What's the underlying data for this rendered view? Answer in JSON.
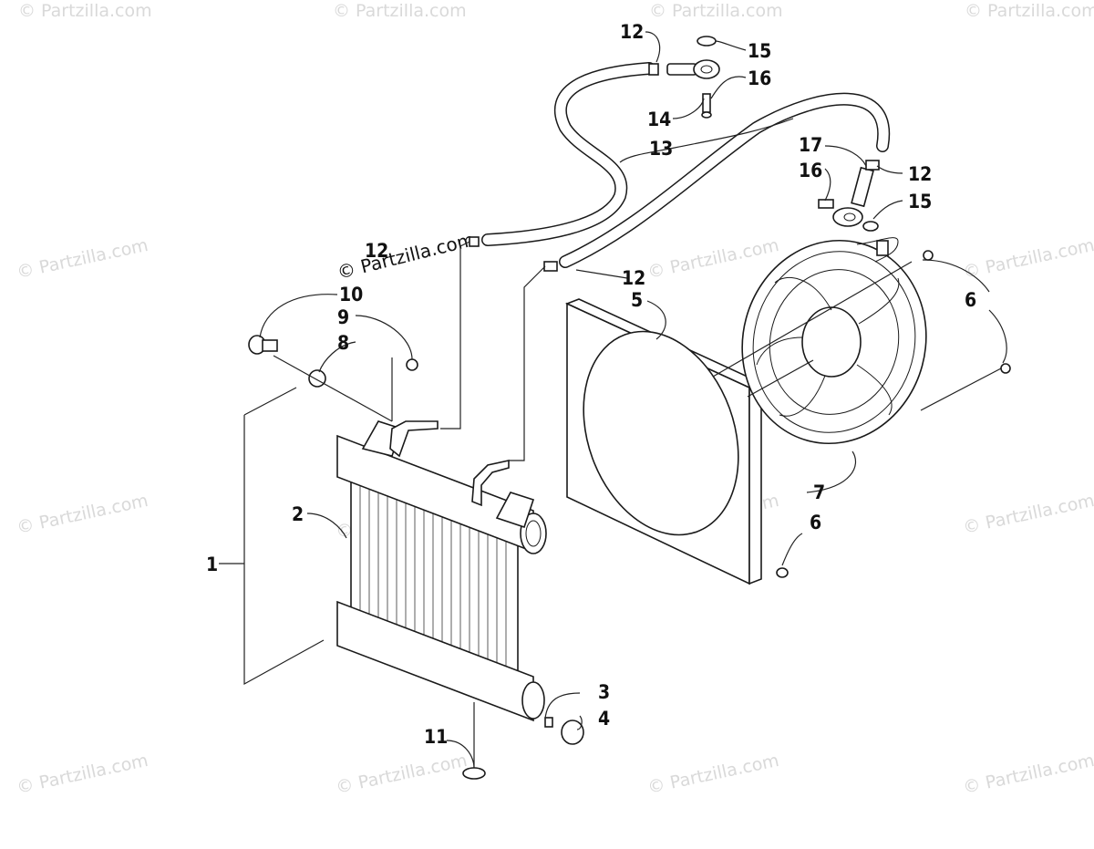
{
  "watermark": {
    "text": "© Partzilla.com",
    "prominent_text": "© Partzilla.com"
  },
  "callouts": [
    {
      "id": "c1",
      "label": "1"
    },
    {
      "id": "c2",
      "label": "2"
    },
    {
      "id": "c3",
      "label": "3"
    },
    {
      "id": "c4",
      "label": "4"
    },
    {
      "id": "c5",
      "label": "5"
    },
    {
      "id": "c6a",
      "label": "6"
    },
    {
      "id": "c6b",
      "label": "6"
    },
    {
      "id": "c7",
      "label": "7"
    },
    {
      "id": "c8",
      "label": "8"
    },
    {
      "id": "c9",
      "label": "9"
    },
    {
      "id": "c10",
      "label": "10"
    },
    {
      "id": "c11",
      "label": "11"
    },
    {
      "id": "c12a",
      "label": "12"
    },
    {
      "id": "c12b",
      "label": "12"
    },
    {
      "id": "c12c",
      "label": "12"
    },
    {
      "id": "c12d",
      "label": "12"
    },
    {
      "id": "c13",
      "label": "13"
    },
    {
      "id": "c14",
      "label": "14"
    },
    {
      "id": "c15a",
      "label": "15"
    },
    {
      "id": "c15b",
      "label": "15"
    },
    {
      "id": "c16a",
      "label": "16"
    },
    {
      "id": "c16b",
      "label": "16"
    },
    {
      "id": "c17",
      "label": "17"
    }
  ]
}
